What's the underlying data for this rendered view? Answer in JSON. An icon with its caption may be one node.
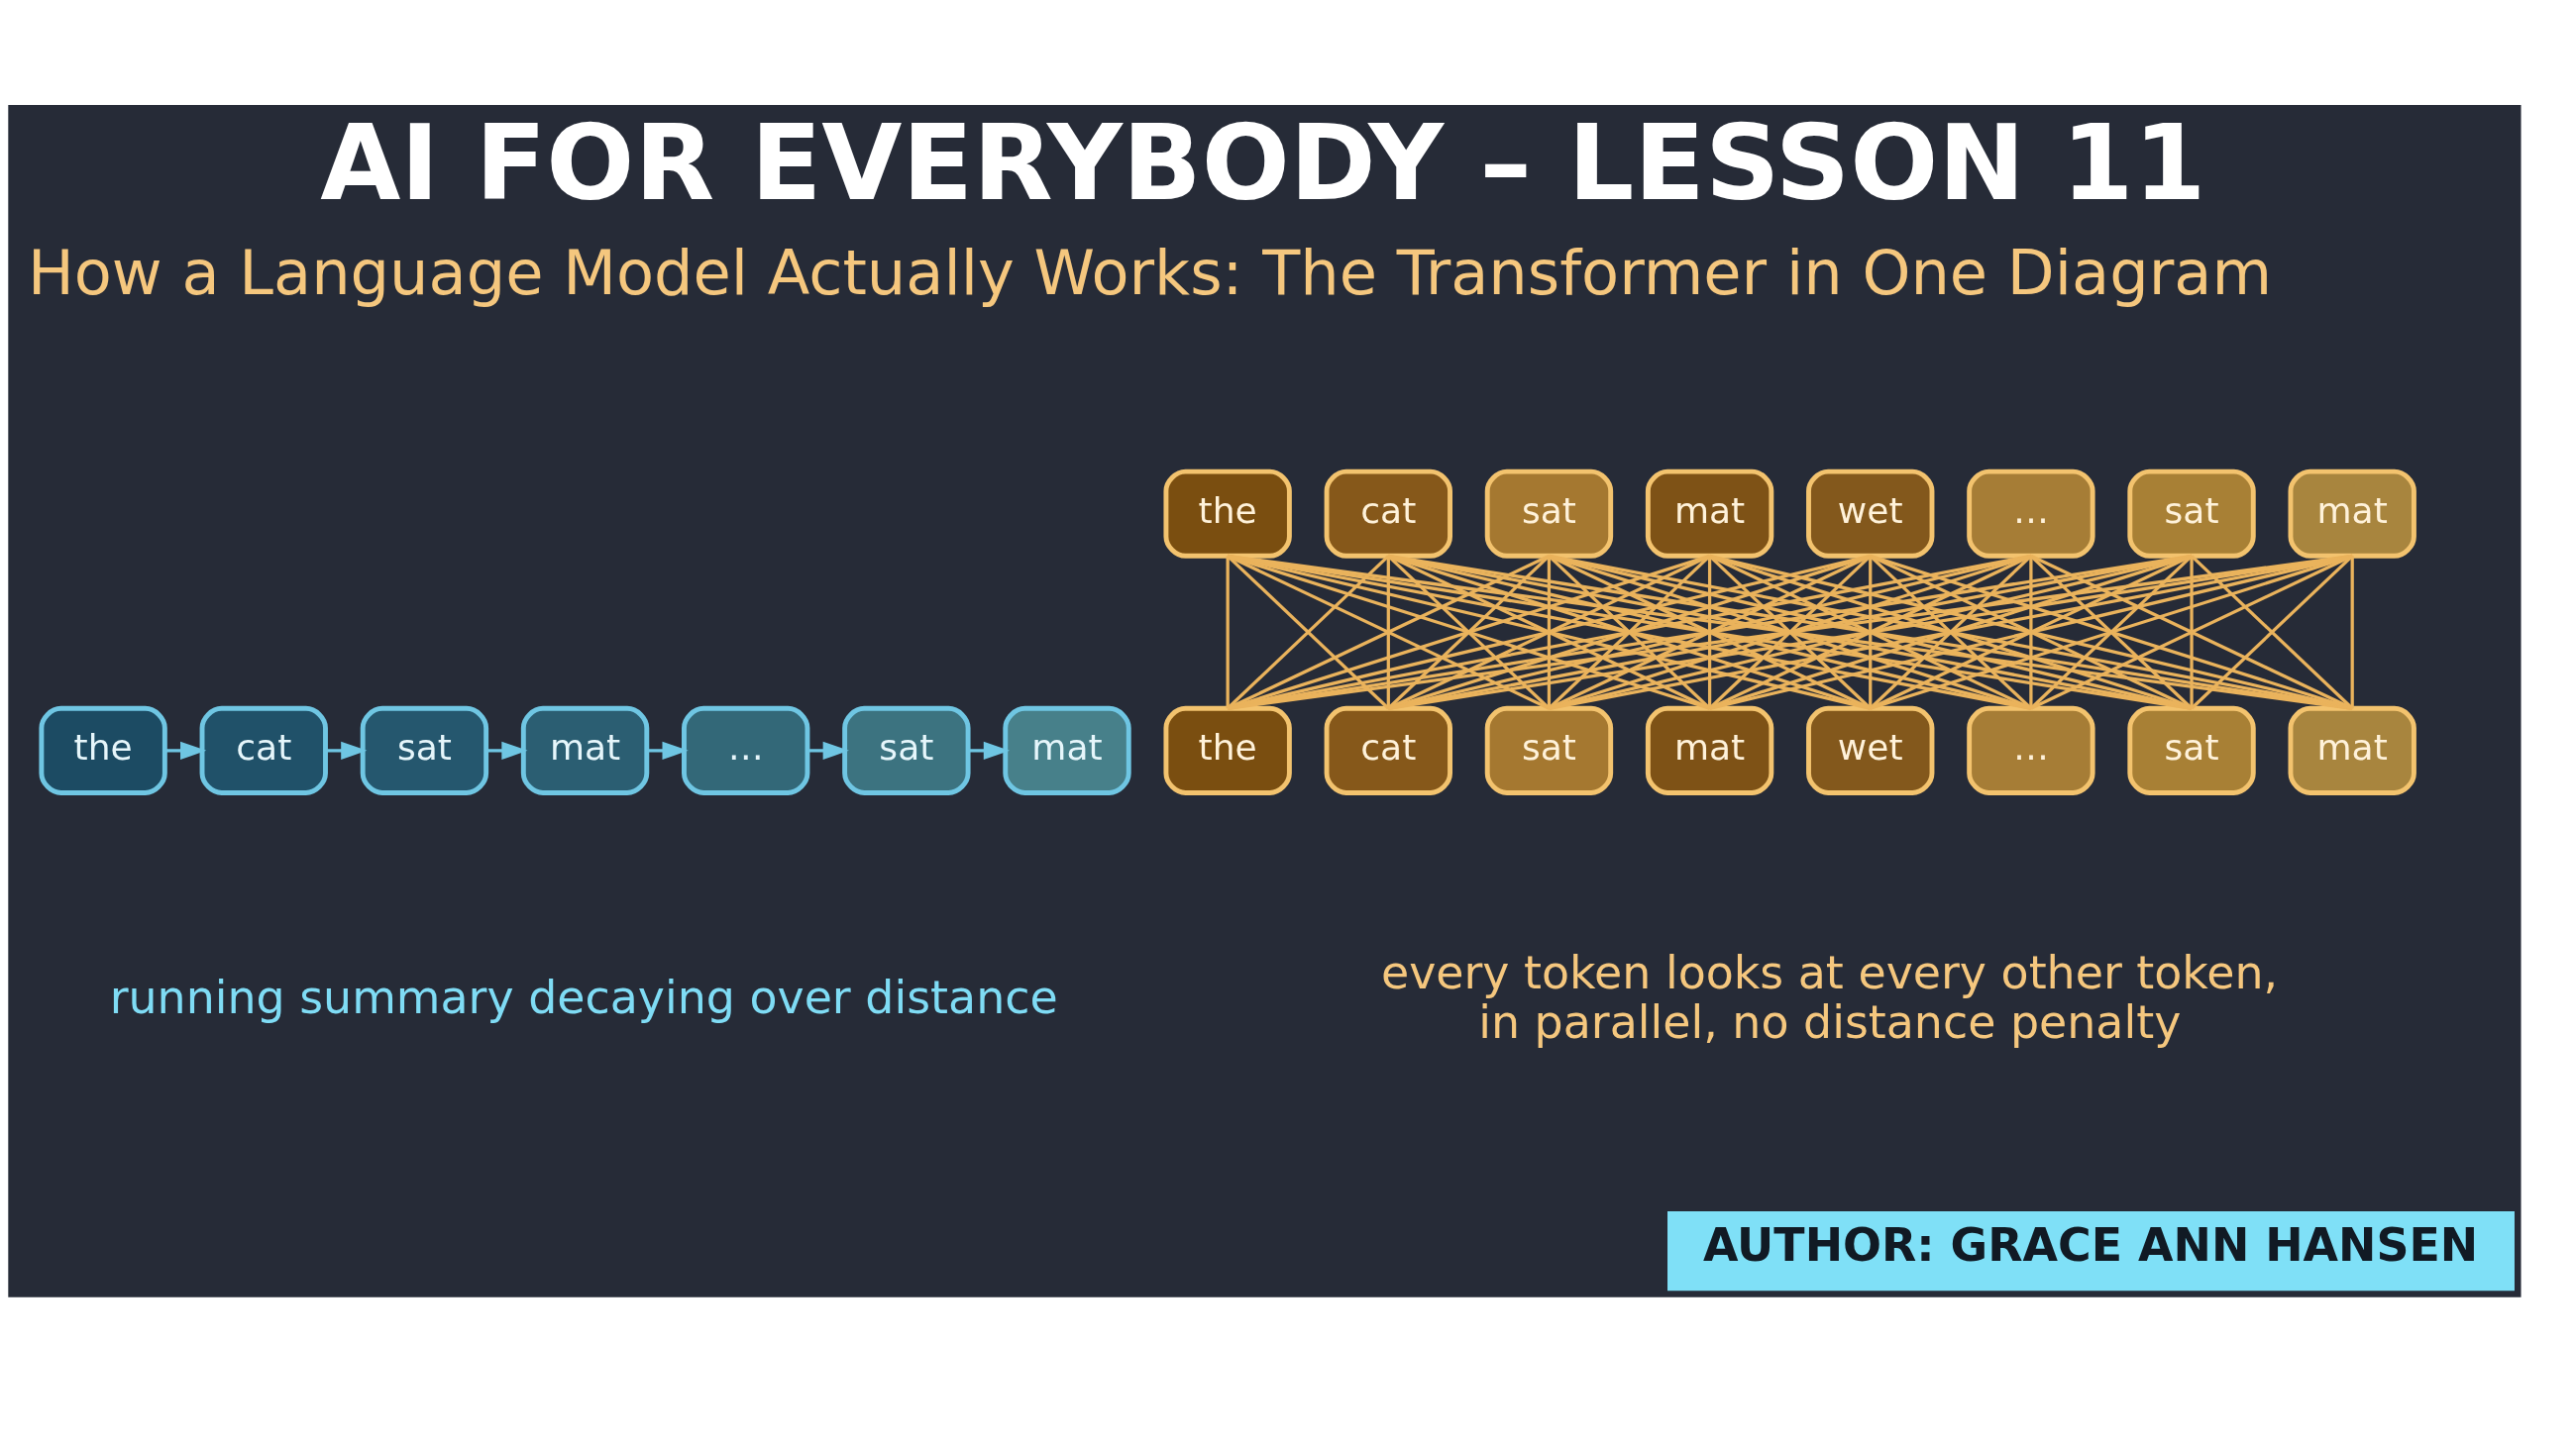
{
  "diagram": {
    "title": "AI FOR EVERYBODY – LESSON 11",
    "nodes": [
      {
        "text": [
          "the"
        ]
      },
      {
        "text": [
          "cat"
        ]
      },
      {
        "text": [
          "sat"
        ]
      },
      {
        "text": [
          "mat"
        ]
      },
      {
        "text": [
          "…"
        ]
      },
      {
        "text": [
          "sat"
        ]
      },
      {
        "text": [
          "mat"
        ]
      },
      {
        "text": [
          "the"
        ]
      },
      {
        "text": [
          "cat"
        ]
      },
      {
        "text": [
          "sat"
        ]
      },
      {
        "text": [
          "mat"
        ]
      },
      {
        "text": [
          "wet"
        ]
      },
      {
        "text": [
          "…"
        ]
      },
      {
        "text": [
          "sat"
        ]
      },
      {
        "text": [
          "mat"
        ]
      },
      {
        "text": [
          "the"
        ]
      },
      {
        "text": [
          "cat"
        ]
      },
      {
        "text": [
          "sat"
        ]
      },
      {
        "text": [
          "mat"
        ]
      },
      {
        "text": [
          "wet"
        ]
      },
      {
        "text": [
          "…"
        ]
      },
      {
        "text": [
          "sat"
        ]
      },
      {
        "text": [
          "mat"
        ]
      }
    ],
    "edges": [
      {
        "from": 0,
        "to": 1,
        "arrow": "to",
        "color": "#6fc6e3"
      },
      {
        "from": 1,
        "to": 2,
        "arrow": "to",
        "color": "#6fc6e3"
      },
      {
        "from": 2,
        "to": 3,
        "arrow": "to",
        "color": "#6fc6e3"
      },
      {
        "from": 3,
        "to": 4,
        "arrow": "to",
        "color": "#6fc6e3"
      },
      {
        "from": 4,
        "to": 5,
        "arrow": "to",
        "color": "#6fc6e3"
      },
      {
        "from": 5,
        "to": 6,
        "arrow": "to",
        "color": "#6fc6e3"
      },
      {
        "from": 7,
        "to": 15,
        "arrow": "none"
      },
      {
        "from": 7,
        "to": 16,
        "arrow": "none"
      },
      {
        "from": 7,
        "to": 17,
        "arrow": "none"
      },
      {
        "from": 7,
        "to": 18,
        "arrow": "none"
      },
      {
        "from": 7,
        "to": 19,
        "arrow": "none"
      },
      {
        "from": 7,
        "to": 20,
        "arrow": "none"
      },
      {
        "from": 7,
        "to": 21,
        "arrow": "none"
      },
      {
        "from": 7,
        "to": 22,
        "arrow": "none"
      },
      {
        "from": 8,
        "to": 15,
        "arrow": "none"
      },
      {
        "from": 8,
        "to": 16,
        "arrow": "none"
      },
      {
        "from": 8,
        "to": 17,
        "arrow": "none"
      },
      {
        "from": 8,
        "to": 18,
        "arrow": "none"
      },
      {
        "from": 8,
        "to": 19,
        "arrow": "none"
      },
      {
        "from": 8,
        "to": 20,
        "arrow": "none"
      },
      {
        "from": 8,
        "to": 21,
        "arrow": "none"
      },
      {
        "from": 8,
        "to": 22,
        "arrow": "none"
      },
      {
        "from": 9,
        "to": 15,
        "arrow": "none"
      },
      {
        "from": 9,
        "to": 16,
        "arrow": "none"
      },
      {
        "from": 9,
        "to": 17,
        "arrow": "none"
      },
      {
        "from": 9,
        "to": 18,
        "arrow": "none"
      },
      {
        "from": 9,
        "to": 19,
        "arrow": "none"
      },
      {
        "from": 9,
        "to": 20,
        "arrow": "none"
      },
      {
        "from": 9,
        "to": 21,
        "arrow": "none"
      },
      {
        "from": 9,
        "to": 22,
        "arrow": "none"
      },
      {
        "from": 10,
        "to": 15,
        "arrow": "none"
      },
      {
        "from": 10,
        "to": 16,
        "arrow": "none"
      },
      {
        "from": 10,
        "to": 17,
        "arrow": "none"
      },
      {
        "from": 10,
        "to": 18,
        "arrow": "none"
      },
      {
        "from": 10,
        "to": 19,
        "arrow": "none"
      },
      {
        "from": 10,
        "to": 20,
        "arrow": "none"
      },
      {
        "from": 10,
        "to": 21,
        "arrow": "none"
      },
      {
        "from": 10,
        "to": 22,
        "arrow": "none"
      },
      {
        "from": 11,
        "to": 15,
        "arrow": "none"
      },
      {
        "from": 11,
        "to": 16,
        "arrow": "none"
      },
      {
        "from": 11,
        "to": 17,
        "arrow": "none"
      },
      {
        "from": 11,
        "to": 18,
        "arrow": "none"
      },
      {
        "from": 11,
        "to": 19,
        "arrow": "none"
      },
      {
        "from": 11,
        "to": 20,
        "arrow": "none"
      },
      {
        "from": 11,
        "to": 21,
        "arrow": "none"
      },
      {
        "from": 11,
        "to": 22,
        "arrow": "none"
      },
      {
        "from": 12,
        "to": 15,
        "arrow": "none"
      },
      {
        "from": 12,
        "to": 16,
        "arrow": "none"
      },
      {
        "from": 12,
        "to": 17,
        "arrow": "none"
      },
      {
        "from": 12,
        "to": 18,
        "arrow": "none"
      },
      {
        "from": 12,
        "to": 19,
        "arrow": "none"
      },
      {
        "from": 12,
        "to": 20,
        "arrow": "none"
      },
      {
        "from": 12,
        "to": 21,
        "arrow": "none"
      },
      {
        "from": 12,
        "to": 22,
        "arrow": "none"
      },
      {
        "from": 13,
        "to": 15,
        "arrow": "none"
      },
      {
        "from": 13,
        "to": 16,
        "arrow": "none"
      },
      {
        "from": 13,
        "to": 17,
        "arrow": "none"
      },
      {
        "from": 13,
        "to": 18,
        "arrow": "none"
      },
      {
        "from": 13,
        "to": 19,
        "arrow": "none"
      },
      {
        "from": 13,
        "to": 20,
        "arrow": "none"
      },
      {
        "from": 13,
        "to": 21,
        "arrow": "none"
      },
      {
        "from": 13,
        "to": 22,
        "arrow": "none"
      },
      {
        "from": 14,
        "to": 15,
        "arrow": "none"
      },
      {
        "from": 14,
        "to": 16,
        "arrow": "none"
      },
      {
        "from": 14,
        "to": 17,
        "arrow": "none"
      },
      {
        "from": 14,
        "to": 18,
        "arrow": "none"
      },
      {
        "from": 14,
        "to": 19,
        "arrow": "none"
      },
      {
        "from": 14,
        "to": 20,
        "arrow": "none"
      },
      {
        "from": 14,
        "to": 21,
        "arrow": "none"
      },
      {
        "from": 14,
        "to": 22,
        "arrow": "none"
      }
    ],
    "labels": [
      "How a Language Model Actually Works: The Transformer in One Diagram",
      "running summary decaying over distance",
      "every token looks at every other token, in parallel, no distance penalty",
      "AUTHOR: GRACE ANN HANSEN"
    ]
  }
}
